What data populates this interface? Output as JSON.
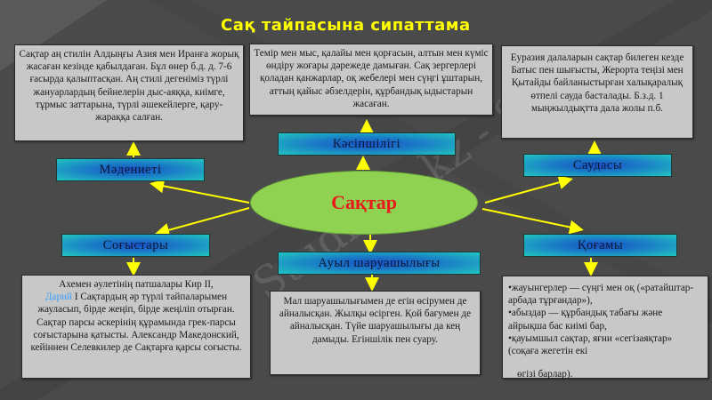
{
  "title": "Сақ тайпасына сипаттама",
  "center": {
    "label": "Сақтар",
    "text_color": "#e8191a",
    "fill": "#8fd151"
  },
  "colors": {
    "background": "#4a4a4a",
    "title": "#ffff00",
    "arrow": "#ffff00",
    "textbox": "#c8c8c8"
  },
  "nodes": {
    "culture": {
      "label": "Мәдениеті",
      "text": "Сақтар аң стилін Алдыңғы Азия мен Иранға жорық жасаған кезінде қабылдаған. Бұл өнер б.д. д. 7-6 ғасырда қалыптасқан. Аң стилі дегеніміз түрлі жануарлардың бейнелерін дыс-аяққа, киімге, тұрмыс заттарына, түрлі әшекейлерге, қару-жараққа салған."
    },
    "craft": {
      "label": "Кәсіпшілігі",
      "text": "Темір мен мыс, қалайы мен қорғасын, алтын мен күміс өндіру жоғары дәрежеде дамыған. Сақ зергерлері қоладан қанжарлар, оқ жебелері мен сүңгі ұштарын, аттың қайыс әбзелдерін, құрбандық ыдыстарын жасаған."
    },
    "trade": {
      "label": "Саудасы",
      "text": "Еуразия далаларын сақтар билеген кезде Батыс пен шығысты, Жерорта теңізі мен Қытайды байланыстырған халықаралық өтпелі сауда басталады. Б.з.д. 1 мыңжылдықтта дала жолы  п.б."
    },
    "wars": {
      "label": "Соғыстары",
      "text_before_link": "Ахемен әулетінің патшалары Кир II,",
      "link": "Дарий",
      "text_after_link": " I Сақтардың әр түрлі тайпаларымен жауласып, бірде жеңіп, бірде жеңіліп отырған. Сақтар парсы әскерінің құрамында грек-парсы соғыстарына қатысты. Александр Македонский, кейіннен Селевкилер де Сақтарға қарсы соғысты."
    },
    "agriculture": {
      "label": "Ауыл шаруашылығы",
      "text": "Мал шаруашылығымен де егін өсірумен де айналысқан. Жылқы өсірген. Қой бағумен де айналысқан. Түйе шаруашылығы да кең дамыды. Егіншілік пен суару."
    },
    "society": {
      "label": "Қоғамы",
      "items": [
        "•жауынгерлер — сүңгі мен оқ («ратайштар-арбада тұрғандар»),",
        "•абыздар — құрбандық табағы және айрықша бас киімі бар,",
        "•қауымшыл сақтар, яғни «сегізаяқтар» (соқаға жегетін екі",
        "өгізі барлар)."
      ]
    }
  },
  "watermark": "Studfiles.kz - Stud"
}
